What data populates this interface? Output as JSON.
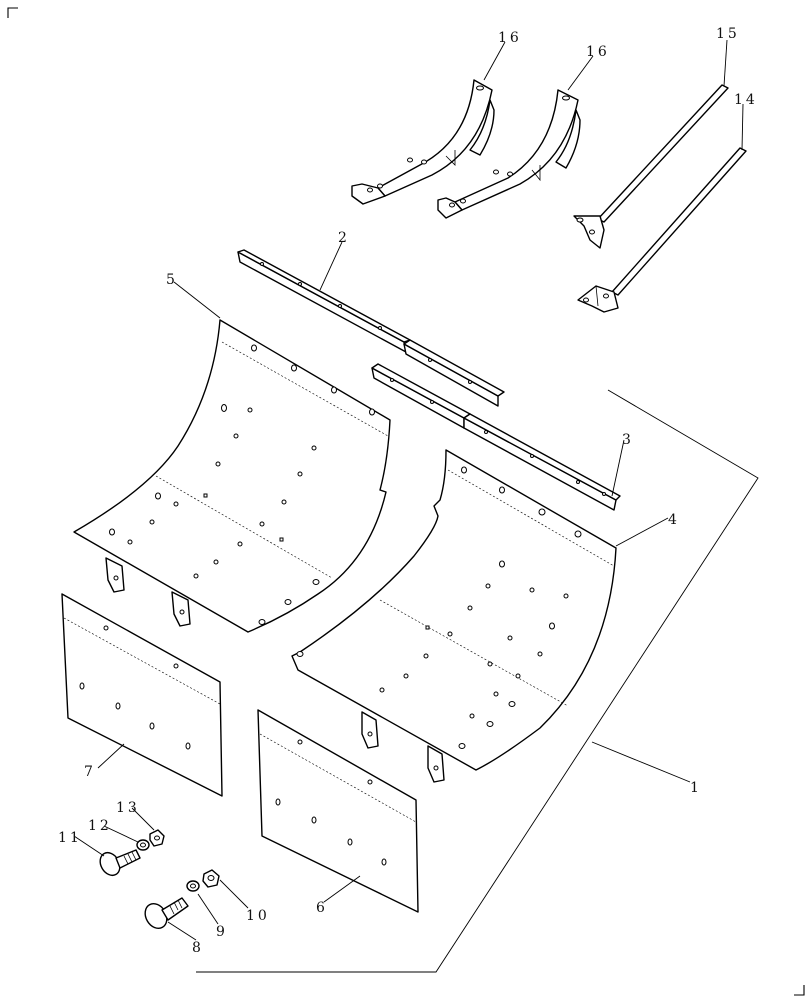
{
  "callouts": [
    {
      "id": "label-16a",
      "text": "16"
    },
    {
      "id": "label-16b",
      "text": "16"
    },
    {
      "id": "label-15",
      "text": "15"
    },
    {
      "id": "label-14",
      "text": "14"
    },
    {
      "id": "label-2",
      "text": "2"
    },
    {
      "id": "label-5",
      "text": "5"
    },
    {
      "id": "label-3",
      "text": "3"
    },
    {
      "id": "label-4",
      "text": "4"
    },
    {
      "id": "label-7",
      "text": "7"
    },
    {
      "id": "label-1",
      "text": "1"
    },
    {
      "id": "label-13",
      "text": "13"
    },
    {
      "id": "label-12",
      "text": "12"
    },
    {
      "id": "label-11",
      "text": "11"
    },
    {
      "id": "label-10",
      "text": "10"
    },
    {
      "id": "label-9",
      "text": "9"
    },
    {
      "id": "label-8",
      "text": "8"
    },
    {
      "id": "label-6",
      "text": "6"
    }
  ]
}
